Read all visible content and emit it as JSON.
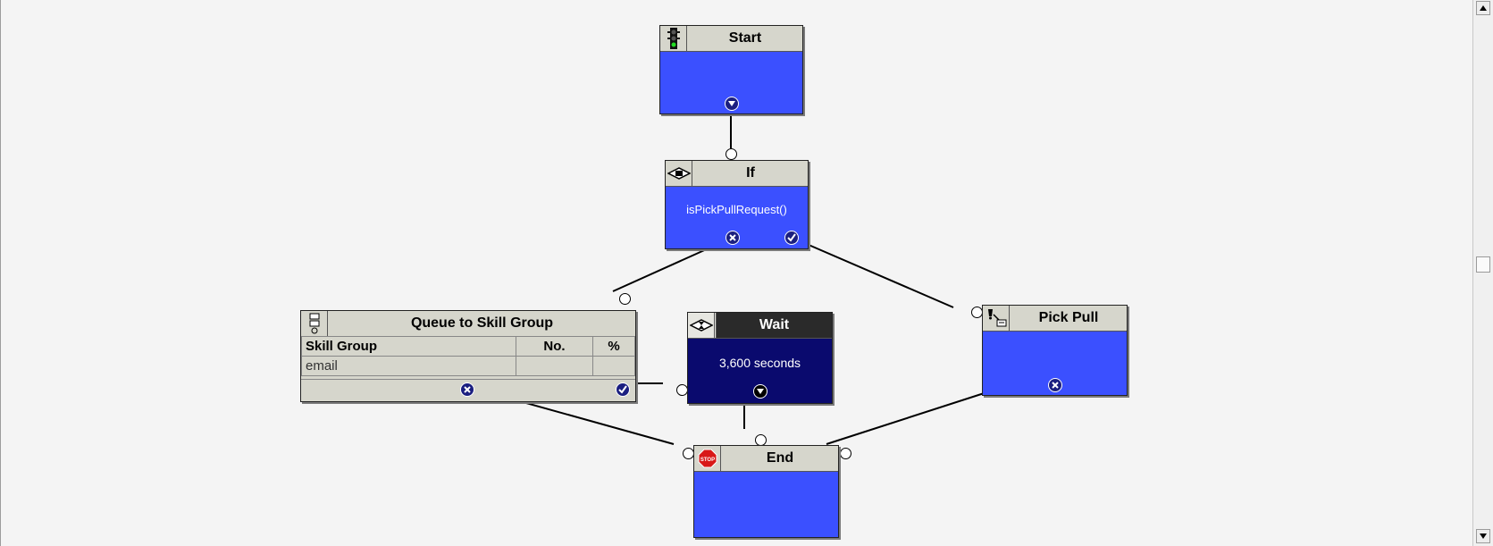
{
  "nodes": {
    "start": {
      "title": "Start",
      "icon": "traffic-light-icon"
    },
    "if": {
      "title": "If",
      "icon": "if-diamond-icon",
      "expression": "isPickPullRequest()"
    },
    "queue": {
      "title": "Queue to Skill Group",
      "icon": "queue-icon",
      "columns": [
        "Skill Group",
        "No.",
        "%"
      ],
      "rows": [
        [
          "email",
          "",
          ""
        ]
      ]
    },
    "wait": {
      "title": "Wait",
      "icon": "hourglass-icon",
      "duration": "3,600 seconds"
    },
    "pick_pull": {
      "title": "Pick Pull",
      "icon": "pick-pull-icon"
    },
    "end": {
      "title": "End",
      "icon": "stop-sign-icon",
      "stop_text": "STOP"
    }
  },
  "colors": {
    "node_body": "#3b50ff",
    "wait_body": "#0a0a6e",
    "header": "#d6d6cc",
    "canvas": "#f4f4f4"
  }
}
